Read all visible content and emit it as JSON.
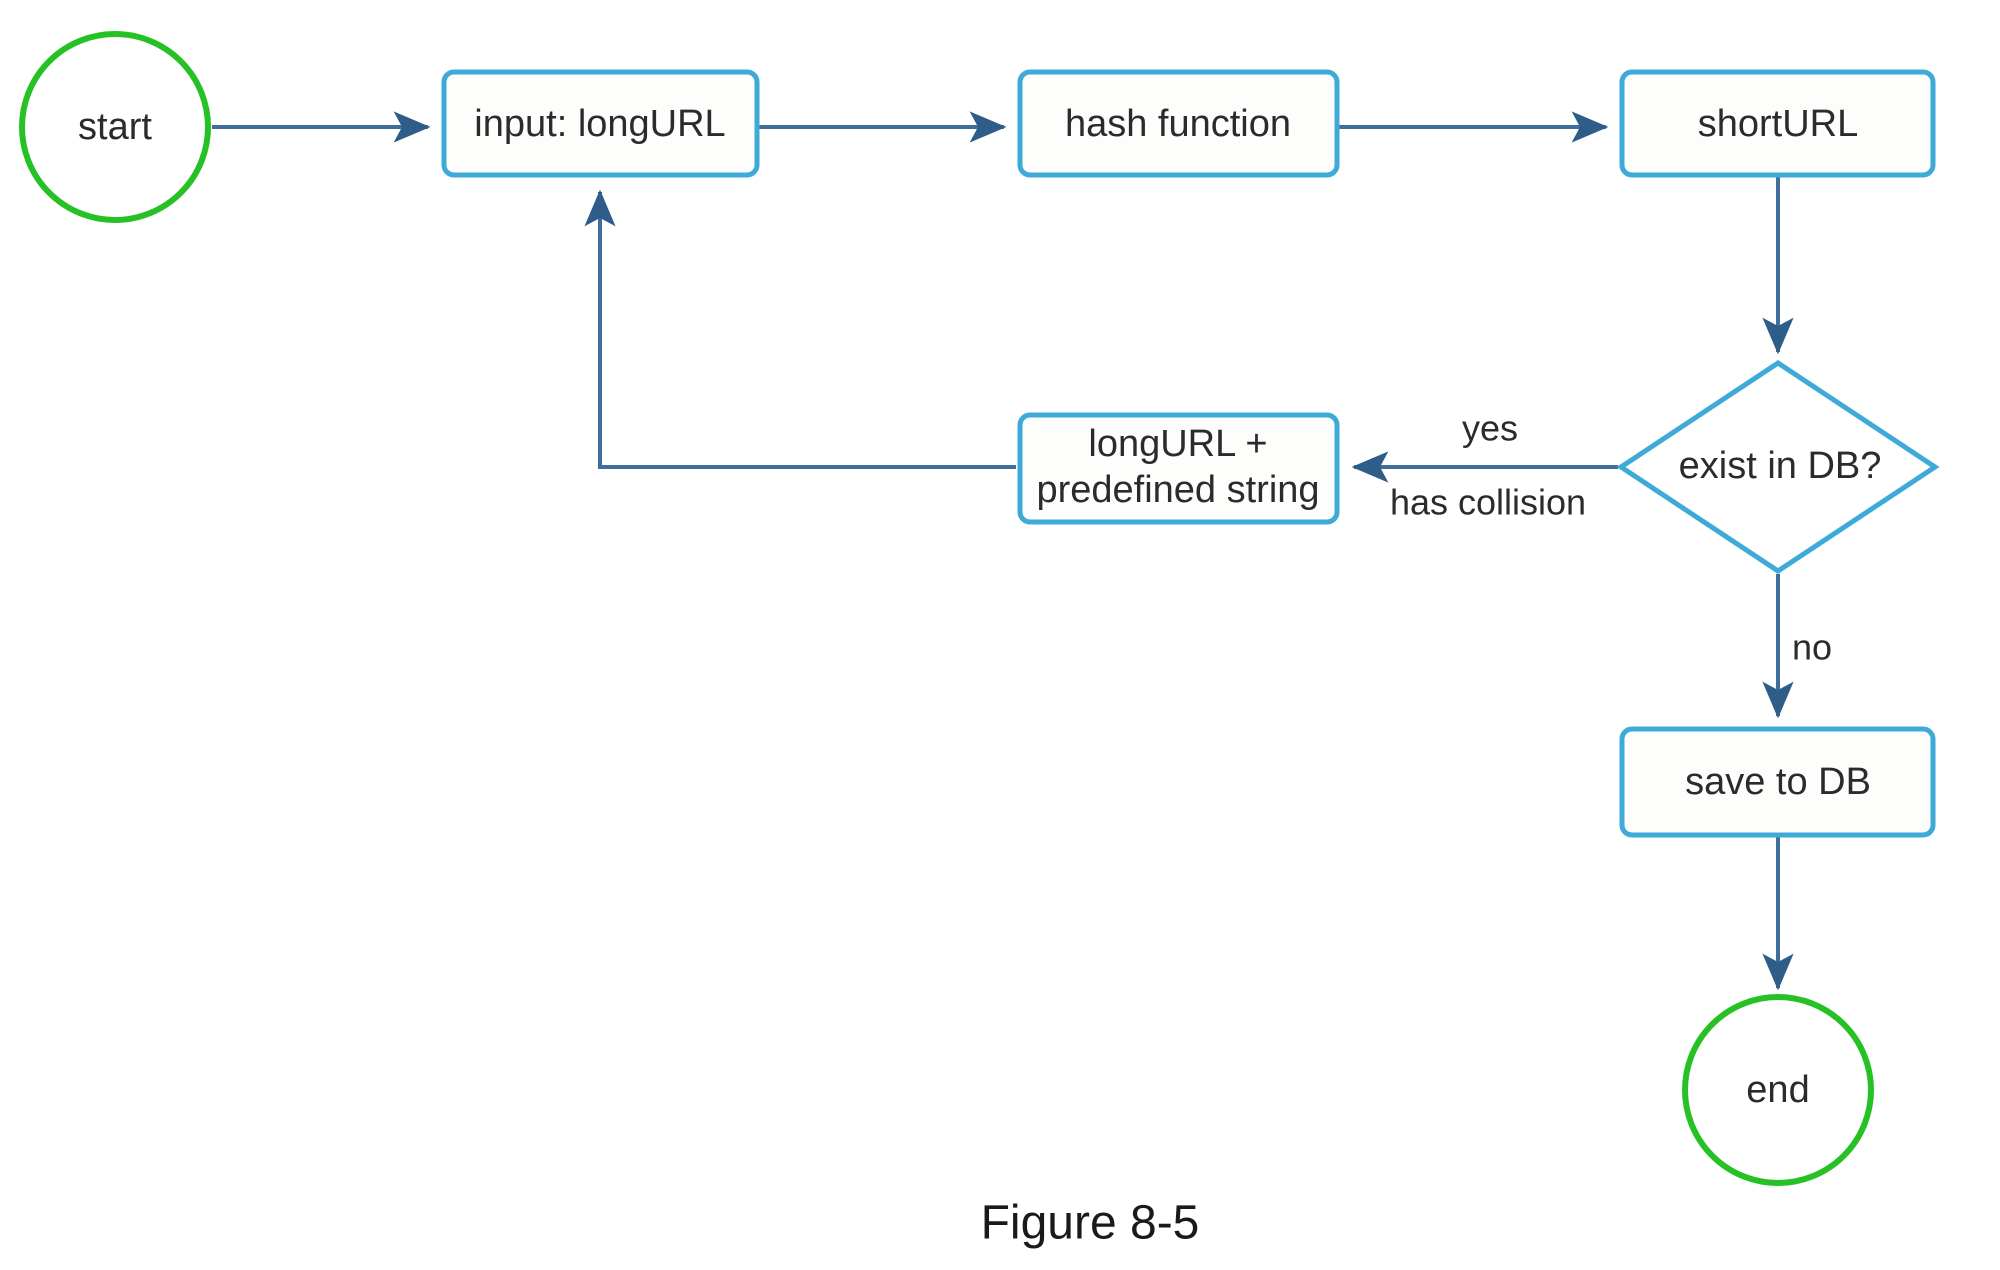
{
  "figure": {
    "caption": "Figure 8-5",
    "colors": {
      "process_border": "#3eaad8",
      "process_fill": "#fdfdfc",
      "terminator_border": "#25c125",
      "edge": "#3e6e99",
      "text": "#2b2b2b",
      "background": "#ffffff"
    }
  },
  "nodes": {
    "start": {
      "label": "start",
      "shape": "circle"
    },
    "input": {
      "label": "input: longURL",
      "shape": "rectangle"
    },
    "hash": {
      "label": "hash function",
      "shape": "rectangle"
    },
    "short": {
      "label": "shortURL",
      "shape": "rectangle"
    },
    "decision": {
      "label": "exist in DB?",
      "shape": "diamond"
    },
    "collision": {
      "label_line1": "longURL +",
      "label_line2": "predefined string",
      "shape": "rectangle"
    },
    "save": {
      "label": "save to DB",
      "shape": "rectangle"
    },
    "end": {
      "label": "end",
      "shape": "circle"
    }
  },
  "edges": [
    {
      "from": "start",
      "to": "input",
      "label": ""
    },
    {
      "from": "input",
      "to": "hash",
      "label": ""
    },
    {
      "from": "hash",
      "to": "short",
      "label": ""
    },
    {
      "from": "short",
      "to": "decision",
      "label": ""
    },
    {
      "from": "decision",
      "to": "collision",
      "label_line1": "yes",
      "label_line2": "has collision"
    },
    {
      "from": "collision",
      "to": "input",
      "label": ""
    },
    {
      "from": "decision",
      "to": "save",
      "label": "no"
    },
    {
      "from": "save",
      "to": "end",
      "label": ""
    }
  ],
  "edge_labels": {
    "yes": "yes",
    "has_collision": "has collision",
    "no": "no"
  }
}
